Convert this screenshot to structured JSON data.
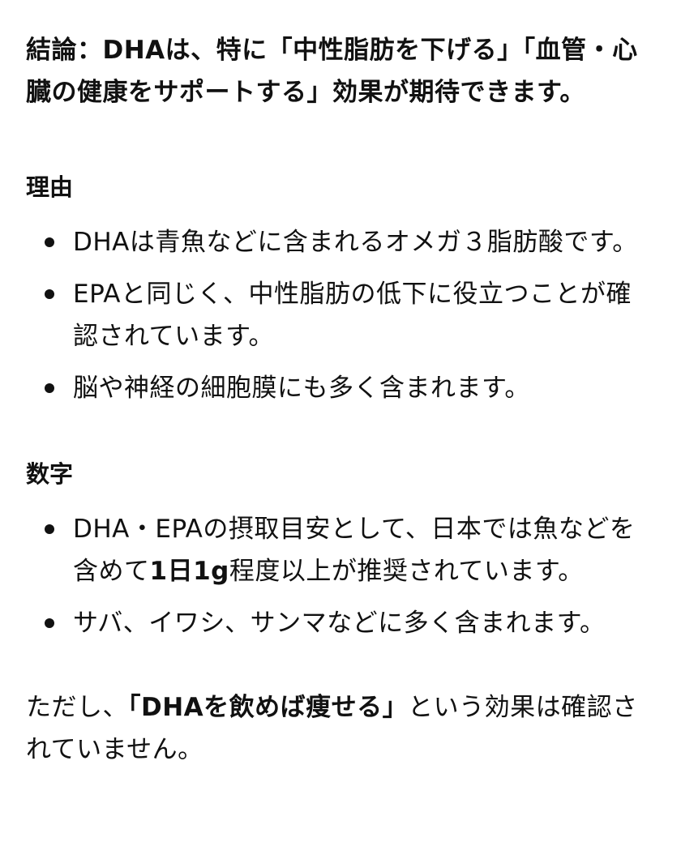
{
  "conclusion": {
    "text": "結論：DHAは、特に「中性脂肪を下げる」「血管・心臓の健康をサポートする」効果が期待できます。"
  },
  "reasons": {
    "heading": "理由",
    "items": [
      {
        "text": "DHAは青魚などに含まれるオメガ３脂肪酸です。"
      },
      {
        "text": "EPAと同じく、中性脂肪の低下に役立つことが確認されています。"
      },
      {
        "text": "脳や神経の細胞膜にも多く含まれます。"
      }
    ]
  },
  "numbers": {
    "heading": "数字",
    "items": [
      {
        "before": "DHA・EPAの摂取目安として、日本では魚などを含めて",
        "emphasis": "1日1g",
        "after": "程度以上が推奨されています。"
      },
      {
        "text": "サバ、イワシ、サンマなどに多く含まれます。"
      }
    ]
  },
  "closing": {
    "before": "ただし、",
    "emphasis": "「DHAを飲めば痩せる」",
    "after": "という効果は確認されていません。"
  }
}
